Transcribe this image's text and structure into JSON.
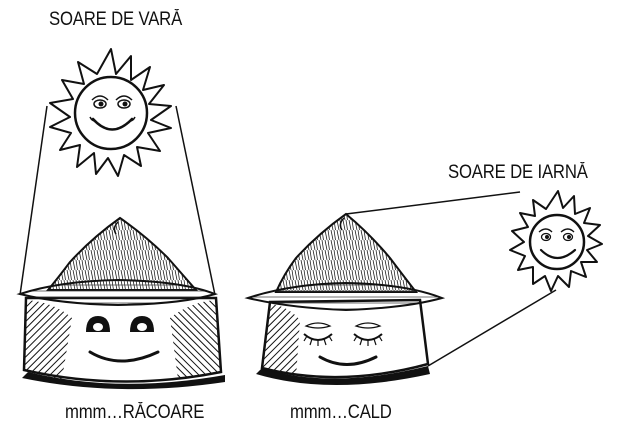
{
  "labels": {
    "summer_sun": "SOARE DE VARĂ",
    "winter_sun": "SOARE DE IARNĂ",
    "cool_caption": "mmm…RĂCOARE",
    "warm_caption": "mmm…CALD"
  }
}
